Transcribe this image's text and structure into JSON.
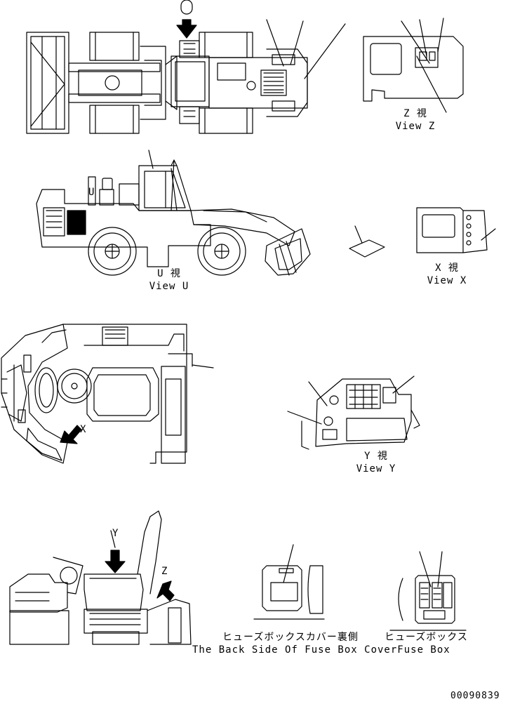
{
  "views": {
    "z": {
      "jp": "Z 視",
      "en": "View Z"
    },
    "u": {
      "jp": "U 視",
      "en": "View U"
    },
    "x": {
      "jp": "X 視",
      "en": "View X"
    },
    "y": {
      "jp": "Y 視",
      "en": "View Y"
    }
  },
  "markers": {
    "u": "U",
    "x": "X",
    "y": "Y",
    "z": "Z"
  },
  "fuse_box_cover": {
    "jp": "ヒューズボックスカバー裏側",
    "en": "The Back Side Of Fuse Box Cover"
  },
  "fuse_box": {
    "jp": "ヒューズボックス",
    "en": "Fuse Box"
  },
  "drawing_number": "00090839",
  "colors": {
    "line": "#000000",
    "background": "#ffffff"
  }
}
